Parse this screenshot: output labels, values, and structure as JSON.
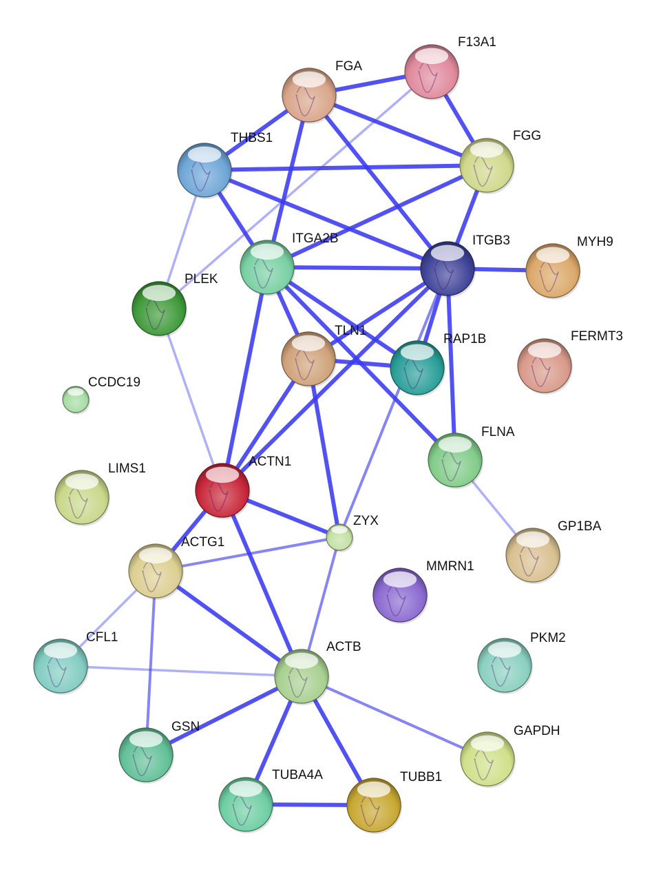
{
  "nodes": [
    {
      "id": "FGA",
      "label": "FGA",
      "color": "#d9a58a"
    },
    {
      "id": "F13A1",
      "label": "F13A1",
      "color": "#e08a9c"
    },
    {
      "id": "THBS1",
      "label": "THBS1",
      "color": "#6fa6d6"
    },
    {
      "id": "FGG",
      "label": "FGG",
      "color": "#cfd88a"
    },
    {
      "id": "ITGA2B",
      "label": "ITGA2B",
      "color": "#78d0a2"
    },
    {
      "id": "ITGB3",
      "label": "ITGB3",
      "color": "#3f4398"
    },
    {
      "id": "MYH9",
      "label": "MYH9",
      "color": "#dca86a"
    },
    {
      "id": "PLEK",
      "label": "PLEK",
      "color": "#3f9a3a"
    },
    {
      "id": "TLN1",
      "label": "TLN1",
      "color": "#cfa27a"
    },
    {
      "id": "RAP1B",
      "label": "RAP1B",
      "color": "#2a9e98"
    },
    {
      "id": "FERMT3",
      "label": "FERMT3",
      "color": "#d99a8a"
    },
    {
      "id": "CCDC19",
      "label": "CCDC19",
      "color": "#a8dca2"
    },
    {
      "id": "FLNA",
      "label": "FLNA",
      "color": "#82cc8a"
    },
    {
      "id": "LIMS1",
      "label": "LIMS1",
      "color": "#c8d88a"
    },
    {
      "id": "ACTN1",
      "label": "ACTN1",
      "color": "#c8283a"
    },
    {
      "id": "ZYX",
      "label": "ZYX",
      "color": "#c2e0a2"
    },
    {
      "id": "GP1BA",
      "label": "GP1BA",
      "color": "#d8c090"
    },
    {
      "id": "ACTG1",
      "label": "ACTG1",
      "color": "#dccf92"
    },
    {
      "id": "MMRN1",
      "label": "MMRN1",
      "color": "#8a6ad0"
    },
    {
      "id": "CFL1",
      "label": "CFL1",
      "color": "#82ccc2"
    },
    {
      "id": "PKM2",
      "label": "PKM2",
      "color": "#8ad0c0"
    },
    {
      "id": "ACTB",
      "label": "ACTB",
      "color": "#a8d090"
    },
    {
      "id": "GSN",
      "label": "GSN",
      "color": "#62c098"
    },
    {
      "id": "GAPDH",
      "label": "GAPDH",
      "color": "#cfe08a"
    },
    {
      "id": "TUBA4A",
      "label": "TUBA4A",
      "color": "#6ecea2"
    },
    {
      "id": "TUBB1",
      "label": "TUBB1",
      "color": "#c8a832"
    }
  ],
  "edges": [
    {
      "source": "FGA",
      "target": "F13A1",
      "strength": "strong"
    },
    {
      "source": "FGA",
      "target": "THBS1",
      "strength": "strong"
    },
    {
      "source": "FGA",
      "target": "FGG",
      "strength": "strong"
    },
    {
      "source": "FGA",
      "target": "ITGB3",
      "strength": "strong"
    },
    {
      "source": "FGA",
      "target": "ITGA2B",
      "strength": "strong"
    },
    {
      "source": "F13A1",
      "target": "FGG",
      "strength": "strong"
    },
    {
      "source": "F13A1",
      "target": "PLEK",
      "strength": "weak"
    },
    {
      "source": "THBS1",
      "target": "FGG",
      "strength": "strong"
    },
    {
      "source": "THBS1",
      "target": "ITGB3",
      "strength": "strong"
    },
    {
      "source": "THBS1",
      "target": "ITGA2B",
      "strength": "strong"
    },
    {
      "source": "THBS1",
      "target": "PLEK",
      "strength": "weak"
    },
    {
      "source": "FGG",
      "target": "ITGB3",
      "strength": "strong"
    },
    {
      "source": "FGG",
      "target": "ITGA2B",
      "strength": "strong"
    },
    {
      "source": "ITGA2B",
      "target": "ITGB3",
      "strength": "strong"
    },
    {
      "source": "ITGA2B",
      "target": "TLN1",
      "strength": "strong"
    },
    {
      "source": "ITGA2B",
      "target": "RAP1B",
      "strength": "strong"
    },
    {
      "source": "ITGA2B",
      "target": "FLNA",
      "strength": "strong"
    },
    {
      "source": "ITGA2B",
      "target": "ACTN1",
      "strength": "strong"
    },
    {
      "source": "ITGB3",
      "target": "MYH9",
      "strength": "strong"
    },
    {
      "source": "ITGB3",
      "target": "TLN1",
      "strength": "strong"
    },
    {
      "source": "ITGB3",
      "target": "RAP1B",
      "strength": "strong"
    },
    {
      "source": "ITGB3",
      "target": "FLNA",
      "strength": "strong"
    },
    {
      "source": "ITGB3",
      "target": "ACTN1",
      "strength": "strong"
    },
    {
      "source": "ITGB3",
      "target": "ZYX",
      "strength": "medium"
    },
    {
      "source": "PLEK",
      "target": "ACTN1",
      "strength": "weak"
    },
    {
      "source": "TLN1",
      "target": "RAP1B",
      "strength": "strong"
    },
    {
      "source": "TLN1",
      "target": "ACTN1",
      "strength": "strong"
    },
    {
      "source": "TLN1",
      "target": "ZYX",
      "strength": "strong"
    },
    {
      "source": "FLNA",
      "target": "GP1BA",
      "strength": "weak"
    },
    {
      "source": "ACTN1",
      "target": "ZYX",
      "strength": "strong"
    },
    {
      "source": "ACTN1",
      "target": "ACTG1",
      "strength": "strong"
    },
    {
      "source": "ACTN1",
      "target": "ACTB",
      "strength": "strong"
    },
    {
      "source": "ZYX",
      "target": "ACTG1",
      "strength": "medium"
    },
    {
      "source": "ZYX",
      "target": "ACTB",
      "strength": "medium"
    },
    {
      "source": "ACTG1",
      "target": "ACTB",
      "strength": "strong"
    },
    {
      "source": "ACTG1",
      "target": "CFL1",
      "strength": "weak"
    },
    {
      "source": "ACTG1",
      "target": "GSN",
      "strength": "medium"
    },
    {
      "source": "CFL1",
      "target": "ACTB",
      "strength": "weak"
    },
    {
      "source": "ACTB",
      "target": "GSN",
      "strength": "strong"
    },
    {
      "source": "ACTB",
      "target": "TUBA4A",
      "strength": "strong"
    },
    {
      "source": "ACTB",
      "target": "TUBB1",
      "strength": "strong"
    },
    {
      "source": "ACTB",
      "target": "GAPDH",
      "strength": "medium"
    },
    {
      "source": "TUBA4A",
      "target": "TUBB1",
      "strength": "strong"
    }
  ]
}
